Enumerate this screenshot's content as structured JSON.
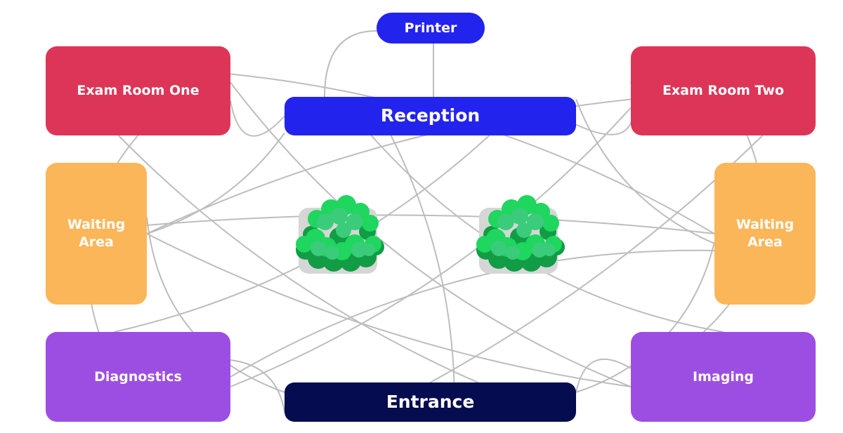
{
  "diagram": {
    "type": "floor-plan-connection-diagram",
    "edge_color": "#bdbdbd",
    "nodes": {
      "printer": {
        "label": "Printer",
        "color": "#2323ee"
      },
      "reception": {
        "label": "Reception",
        "color": "#2323ee"
      },
      "entrance": {
        "label": "Entrance",
        "color": "#050c50"
      },
      "exam_room_one": {
        "label": "Exam Room One",
        "color": "#dd3557"
      },
      "exam_room_two": {
        "label": "Exam Room Two",
        "color": "#dd3557"
      },
      "waiting_area_left": {
        "label": "Waiting Area",
        "color": "#fbb65a"
      },
      "waiting_area_right": {
        "label": "Waiting Area",
        "color": "#fbb65a"
      },
      "diagnostics": {
        "label": "Diagnostics",
        "color": "#9d4ee2"
      },
      "imaging": {
        "label": "Imaging",
        "color": "#9d4ee2"
      }
    },
    "decorations": [
      {
        "name": "plant-left",
        "kind": "shrub",
        "pot_color": "#d6d6d6",
        "leaf_colors": [
          "#119c45",
          "#1fd65f",
          "#3acc7a"
        ]
      },
      {
        "name": "plant-right",
        "kind": "shrub",
        "pot_color": "#d6d6d6",
        "leaf_colors": [
          "#119c45",
          "#1fd65f",
          "#3acc7a"
        ]
      }
    ],
    "edges": [
      [
        "printer",
        "reception"
      ],
      [
        "printer",
        "reception"
      ],
      [
        "reception",
        "exam_room_one"
      ],
      [
        "reception",
        "exam_room_two"
      ],
      [
        "reception",
        "waiting_area_left"
      ],
      [
        "reception",
        "waiting_area_right"
      ],
      [
        "reception",
        "diagnostics"
      ],
      [
        "reception",
        "imaging"
      ],
      [
        "reception",
        "entrance"
      ],
      [
        "exam_room_one",
        "entrance"
      ],
      [
        "exam_room_one",
        "waiting_area_right"
      ],
      [
        "exam_room_one",
        "imaging"
      ],
      [
        "exam_room_two",
        "entrance"
      ],
      [
        "exam_room_two",
        "waiting_area_left"
      ],
      [
        "exam_room_two",
        "diagnostics"
      ],
      [
        "waiting_area_left",
        "entrance"
      ],
      [
        "waiting_area_left",
        "waiting_area_right"
      ],
      [
        "waiting_area_left",
        "imaging"
      ],
      [
        "waiting_area_right",
        "entrance"
      ],
      [
        "waiting_area_right",
        "diagnostics"
      ],
      [
        "diagnostics",
        "entrance"
      ],
      [
        "imaging",
        "entrance"
      ],
      [
        "diagnostics",
        "exam_room_one"
      ],
      [
        "imaging",
        "exam_room_two"
      ]
    ]
  }
}
